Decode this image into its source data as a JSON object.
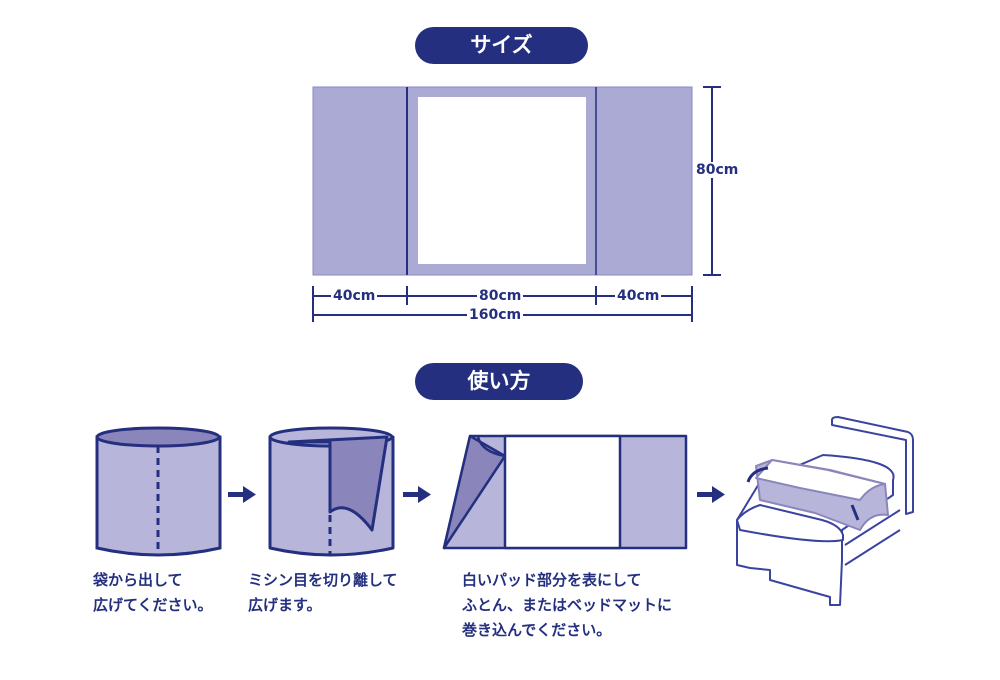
{
  "size_section": {
    "title": "サイズ",
    "height_label": "80cm",
    "left_width_label": "40cm",
    "center_width_label": "80cm",
    "right_width_label": "40cm",
    "total_width_label": "160cm"
  },
  "usage_section": {
    "title": "使い方",
    "steps": [
      {
        "line1": "袋から出して",
        "line2": "広げてください。"
      },
      {
        "line1": "ミシン目を切り離して",
        "line2": "広げます。"
      },
      {
        "line1": "白いパッド部分を表にして",
        "line2": "ふとん、またはベッドマットに",
        "line3": "巻き込んでください。"
      }
    ]
  },
  "colors": {
    "navy": "#24307f",
    "lavender": "#aaaad4",
    "fold": "#8a86bc"
  }
}
